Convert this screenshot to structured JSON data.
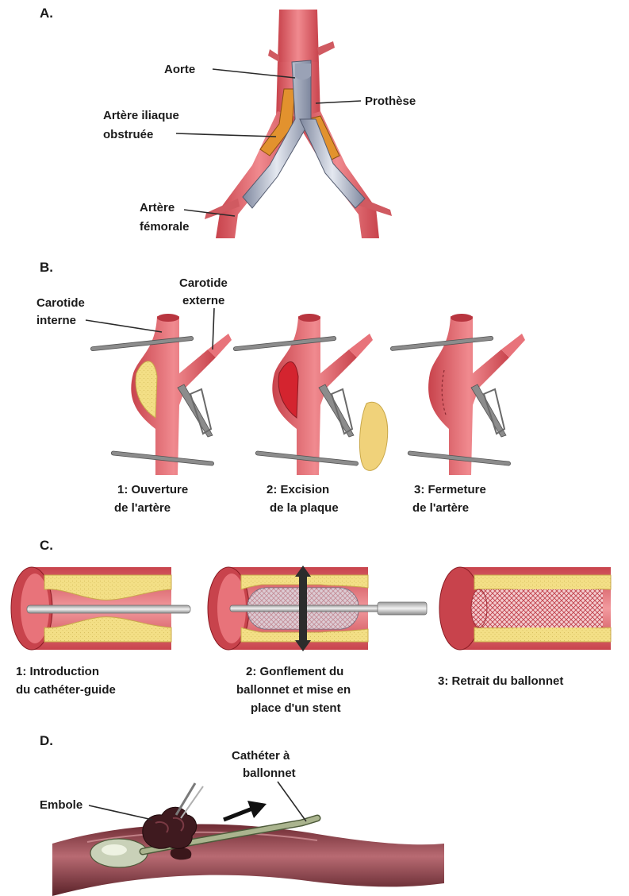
{
  "sections": {
    "a": {
      "letter": "A.",
      "labels": {
        "aorte": "Aorte",
        "iliaque_1": "Artère iliaque",
        "iliaque_2": "obstruée",
        "prothese": "Prothèse",
        "femorale_1": "Artère",
        "femorale_2": "fémorale"
      }
    },
    "b": {
      "letter": "B.",
      "labels": {
        "interne_1": "Carotide",
        "interne_2": "interne",
        "externe_1": "Carotide",
        "externe_2": "externe"
      },
      "steps": [
        {
          "line1": "1: Ouverture",
          "line2": "de l'artère"
        },
        {
          "line1": "2: Excision",
          "line2": "de la plaque"
        },
        {
          "line1": "3: Fermeture",
          "line2": "de l'artère"
        }
      ]
    },
    "c": {
      "letter": "C.",
      "steps": [
        {
          "line1": "1: Introduction",
          "line2": "du cathéter-guide",
          "line3": ""
        },
        {
          "line1": "2: Gonflement du",
          "line2": "ballonnet et mise en",
          "line3": "place d'un stent"
        },
        {
          "line1": "3: Retrait du ballonnet",
          "line2": "",
          "line3": ""
        }
      ]
    },
    "d": {
      "letter": "D.",
      "labels": {
        "embole": "Embole",
        "catheter_1": "Cathéter à",
        "catheter_2": "ballonnet"
      }
    }
  },
  "colors": {
    "artery": "#e8737a",
    "artery_dark": "#b8353f",
    "plaque": "#f3df86",
    "prosthesis": "#b8bfd0",
    "clamp": "#8c8c8c",
    "vein": "#9c4b55"
  }
}
